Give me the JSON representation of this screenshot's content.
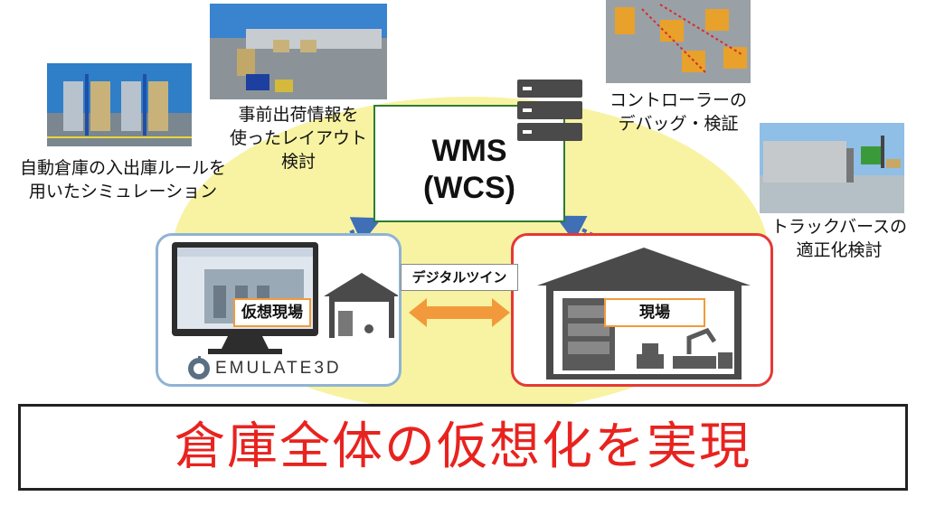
{
  "captions": {
    "auto_warehouse": "自動倉庫の入出庫ルールを\n用いたシミュレーション",
    "layout": "事前出荷情報を\n使ったレイアウト\n検討",
    "controller": "コントローラーの\nデバッグ・検証",
    "truck_berth": "トラックバースの\n適正化検討"
  },
  "wms": {
    "line1": "WMS",
    "line2": "(WCS)"
  },
  "virtual_site_label": "仮想現場",
  "real_site_label": "現場",
  "digital_twin_label": "デジタルツイン",
  "logo_text": "EMULATE3D",
  "banner_text": "倉庫全体の仮想化を実現",
  "colors": {
    "ellipse": "#f7f3a2",
    "banner_text": "#e8231f",
    "real_border": "#e53935",
    "virtual_border": "#8fb3d4",
    "arrow": "#f29a3b",
    "dotted": "#3f6fb5"
  }
}
